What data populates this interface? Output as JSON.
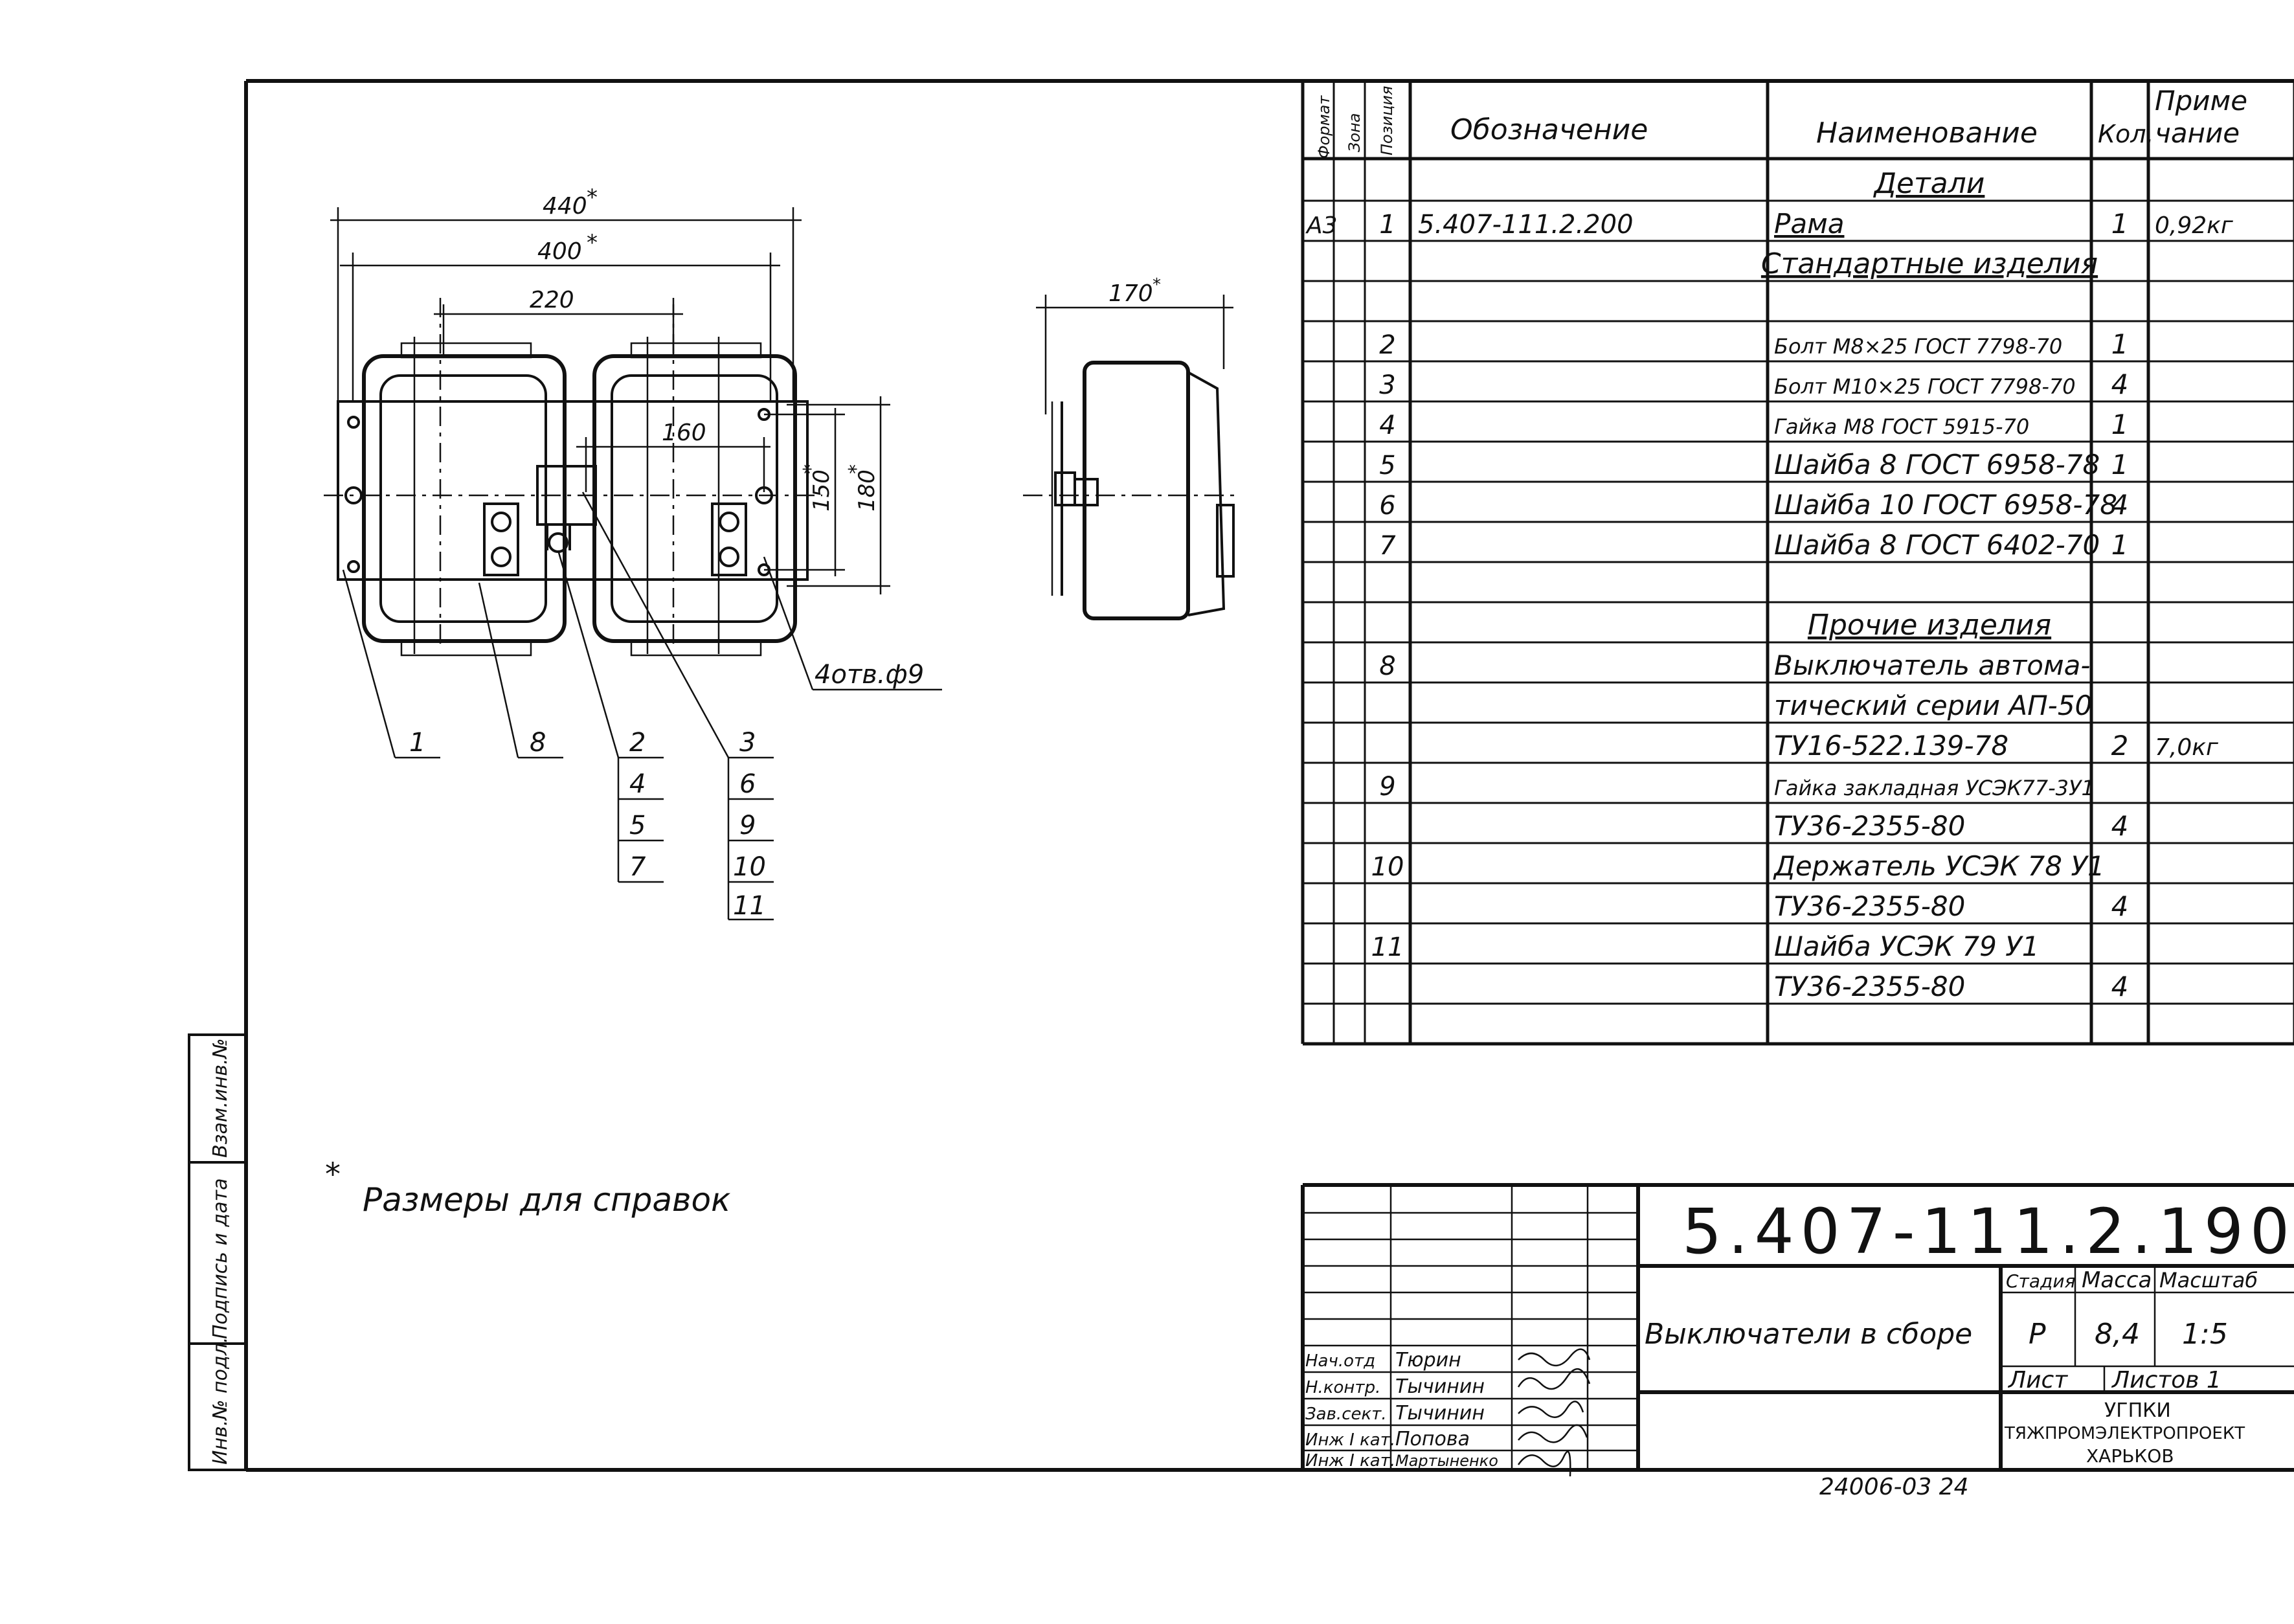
{
  "dimensions": {
    "d440": "440",
    "d400": "400",
    "d220": "220",
    "d160": "160",
    "d150": "150",
    "d180": "180",
    "d170": "170",
    "star": "*",
    "holes": "4отв.ф9"
  },
  "callouts": {
    "c1": "1",
    "c8": "8",
    "c2": "2",
    "c4": "4",
    "c5": "5",
    "c7": "7",
    "c3": "3",
    "c6": "6",
    "c9": "9",
    "c10": "10",
    "c11": "11"
  },
  "note": {
    "star": "*",
    "text": "Размеры для справок"
  },
  "side_stamp": {
    "s1": "Взам.инв.№",
    "s2": "Подпись и дата",
    "s3": "Инв.№ подл."
  },
  "spec": {
    "headers": {
      "format": "Формат",
      "zone": "Зона",
      "pos": "Позиция",
      "designation": "Обозначение",
      "name": "Наименование",
      "qty": "Кол.",
      "note1": "Приме",
      "note2": "чание"
    },
    "rows": [
      {
        "fmt": "",
        "pos": "",
        "des": "",
        "name": "Детали",
        "qty": "",
        "note": "",
        "style": "section"
      },
      {
        "fmt": "A3",
        "pos": "1",
        "des": "5.407-111.2.200",
        "name": "Рама",
        "qty": "1",
        "note": "0,92кг",
        "style": "uline"
      },
      {
        "fmt": "",
        "pos": "",
        "des": "",
        "name": "Стандартные изделия",
        "qty": "",
        "note": "",
        "style": "section"
      },
      {
        "fmt": "",
        "pos": "",
        "des": "",
        "name": "",
        "qty": "",
        "note": "",
        "style": ""
      },
      {
        "fmt": "",
        "pos": "2",
        "des": "",
        "name": "Болт М8×25 ГОСТ 7798-70",
        "qty": "1",
        "note": "",
        "style": "small"
      },
      {
        "fmt": "",
        "pos": "3",
        "des": "",
        "name": "Болт М10×25 ГОСТ 7798-70",
        "qty": "4",
        "note": "",
        "style": "small"
      },
      {
        "fmt": "",
        "pos": "4",
        "des": "",
        "name": "Гайка М8 ГОСТ 5915-70",
        "qty": "1",
        "note": "",
        "style": "small"
      },
      {
        "fmt": "",
        "pos": "5",
        "des": "",
        "name": "Шайба 8 ГОСТ 6958-78",
        "qty": "1",
        "note": "",
        "style": ""
      },
      {
        "fmt": "",
        "pos": "6",
        "des": "",
        "name": "Шайба 10 ГОСТ 6958-78",
        "qty": "4",
        "note": "",
        "style": ""
      },
      {
        "fmt": "",
        "pos": "7",
        "des": "",
        "name": "Шайба 8 ГОСТ 6402-70",
        "qty": "1",
        "note": "",
        "style": ""
      },
      {
        "fmt": "",
        "pos": "",
        "des": "",
        "name": "",
        "qty": "",
        "note": "",
        "style": ""
      },
      {
        "fmt": "",
        "pos": "",
        "des": "",
        "name": "Прочие изделия",
        "qty": "",
        "note": "",
        "style": "section"
      },
      {
        "fmt": "",
        "pos": "8",
        "des": "",
        "name": "Выключатель автома-",
        "qty": "",
        "note": "",
        "style": ""
      },
      {
        "fmt": "",
        "pos": "",
        "des": "",
        "name": "тический серии АП-50",
        "qty": "",
        "note": "",
        "style": ""
      },
      {
        "fmt": "",
        "pos": "",
        "des": "",
        "name": "ТУ16-522.139-78",
        "qty": "2",
        "note": "7,0кг",
        "style": ""
      },
      {
        "fmt": "",
        "pos": "9",
        "des": "",
        "name": "Гайка закладная УСЭК77-3У1",
        "qty": "",
        "note": "",
        "style": "small"
      },
      {
        "fmt": "",
        "pos": "",
        "des": "",
        "name": "ТУ36-2355-80",
        "qty": "4",
        "note": "",
        "style": ""
      },
      {
        "fmt": "",
        "pos": "10",
        "des": "",
        "name": "Держатель УСЭК 78 У1",
        "qty": "",
        "note": "",
        "style": ""
      },
      {
        "fmt": "",
        "pos": "",
        "des": "",
        "name": "ТУ36-2355-80",
        "qty": "4",
        "note": "",
        "style": ""
      },
      {
        "fmt": "",
        "pos": "11",
        "des": "",
        "name": "Шайба УСЭК 79 У1",
        "qty": "",
        "note": "",
        "style": ""
      },
      {
        "fmt": "",
        "pos": "",
        "des": "",
        "name": "ТУ36-2355-80",
        "qty": "4",
        "note": "",
        "style": ""
      }
    ]
  },
  "title_block": {
    "doc_number": "5.407-111.2.190",
    "title": "Выключатели в сборе",
    "stage_label": "Стадия",
    "mass_label": "Масса",
    "scale_label": "Масштаб",
    "stage": "Р",
    "mass": "8,4",
    "scale": "1:5",
    "sheet_label": "Лист",
    "sheets_label": "Листов 1",
    "org1": "УГПКИ",
    "org2": "ТЯЖПРОМЭЛЕКТРОПРОЕКТ",
    "org3": "ХАРЬКОВ",
    "signers": [
      {
        "role": "Нач.отд",
        "name": "Тюрин"
      },
      {
        "role": "Н.контр.",
        "name": "Тычинин"
      },
      {
        "role": "Зав.сект.",
        "name": "Тычинин"
      },
      {
        "role": "Инж I кат.",
        "name": "Попова"
      },
      {
        "role": "Инж I кат.",
        "name": "Мартыненко"
      }
    ],
    "sheet_code": "24006-03  24"
  }
}
